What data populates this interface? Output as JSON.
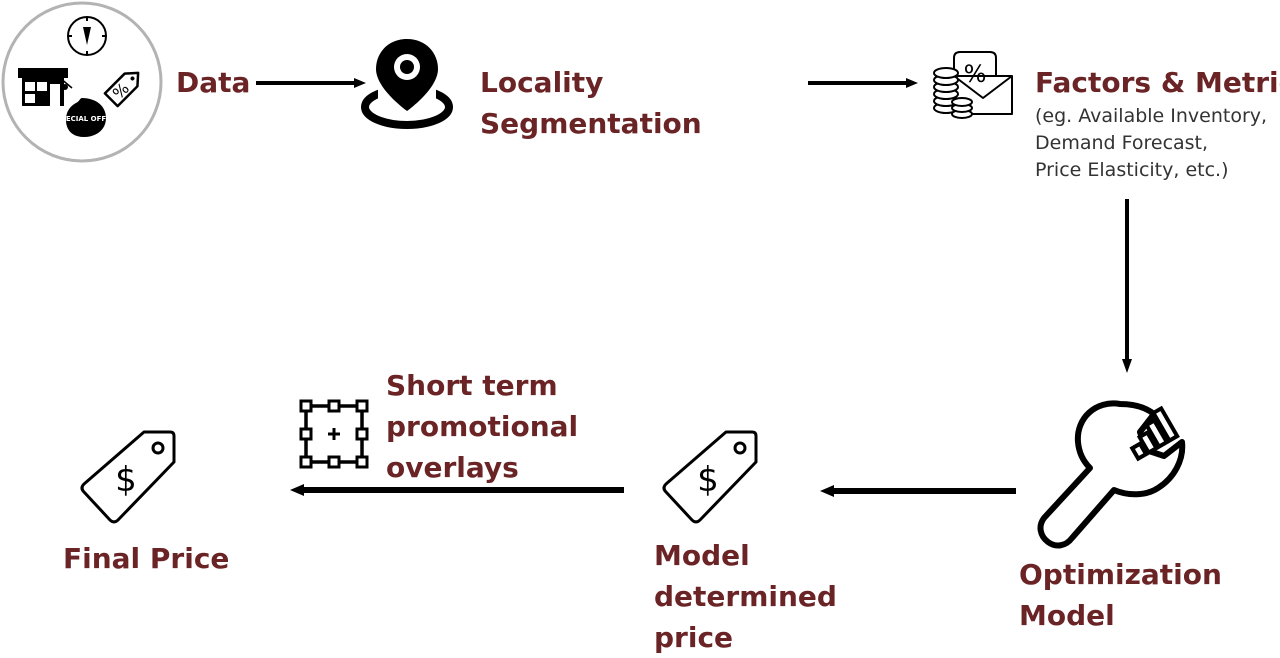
{
  "nodes": {
    "data": {
      "label": "Data",
      "icon_badge": "SPECIAL OFFER"
    },
    "locality": {
      "lines": [
        "Locality",
        "Segmentation"
      ]
    },
    "factors": {
      "title": "Factors & Metrics",
      "detail_lines": [
        "(eg. Available Inventory,",
        "Demand Forecast,",
        "Price Elasticity, etc.)"
      ]
    },
    "optimization": {
      "lines": [
        "Optimization",
        "Model"
      ]
    },
    "model_price": {
      "lines": [
        "Model",
        "determined",
        "price"
      ]
    },
    "promo": {
      "lines": [
        "Short term",
        "promotional",
        "overlays"
      ]
    },
    "final": {
      "label": "Final Price"
    }
  },
  "icons": {
    "data": "data-sources-circle-icon",
    "locality": "map-pin-icon",
    "factors": "coins-percent-envelope-icon",
    "optimization": "wrench-chart-icon",
    "model_price": "dollar-price-tag-icon",
    "promo": "add-overlay-icon",
    "final": "dollar-price-tag-icon"
  },
  "colors": {
    "label": "#6b2426",
    "text": "#333333",
    "arrow": "#000000",
    "circle_border": "#b3b3b3"
  }
}
